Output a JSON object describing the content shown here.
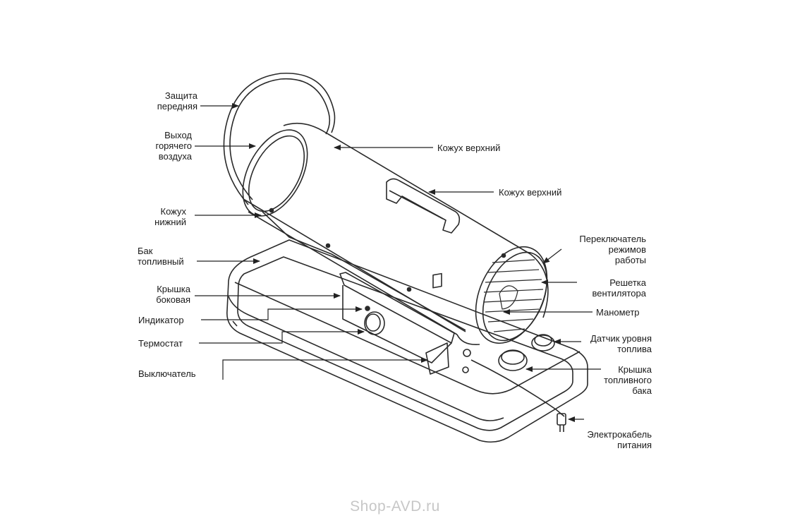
{
  "labels": [
    {
      "id": "front-guard",
      "lines": [
        "Защита",
        "передняя"
      ]
    },
    {
      "id": "hot-air-outlet",
      "lines": [
        "Выход",
        "горячего",
        "воздуха"
      ]
    },
    {
      "id": "lower-casing",
      "lines": [
        "Кожух",
        "нижний"
      ]
    },
    {
      "id": "fuel-tank",
      "lines": [
        "Бак",
        "топливный"
      ]
    },
    {
      "id": "side-cover",
      "lines": [
        "Крышка",
        "боковая"
      ]
    },
    {
      "id": "indicator",
      "lines": [
        "Индикатор"
      ]
    },
    {
      "id": "thermostat",
      "lines": [
        "Термостат"
      ]
    },
    {
      "id": "power-switch",
      "lines": [
        "Выключатель"
      ]
    },
    {
      "id": "upper-casing",
      "lines": [
        "Кожух верхний"
      ]
    },
    {
      "id": "handle",
      "lines": [
        "Кожух верхний"
      ]
    },
    {
      "id": "mode-switch",
      "lines": [
        "Переключатель",
        "режимов",
        "работы"
      ]
    },
    {
      "id": "fan-grille",
      "lines": [
        "Решетка",
        "вентилятора"
      ]
    },
    {
      "id": "manometer",
      "lines": [
        "Манометр"
      ]
    },
    {
      "id": "fuel-level-sensor",
      "lines": [
        "Датчик уровня",
        "топлива"
      ]
    },
    {
      "id": "fuel-tank-cap",
      "lines": [
        "Крышка",
        "топливного",
        "бака"
      ]
    },
    {
      "id": "power-cable",
      "lines": [
        "Электрокабель",
        "питания"
      ]
    }
  ],
  "watermark": "Shop-AVD.ru"
}
